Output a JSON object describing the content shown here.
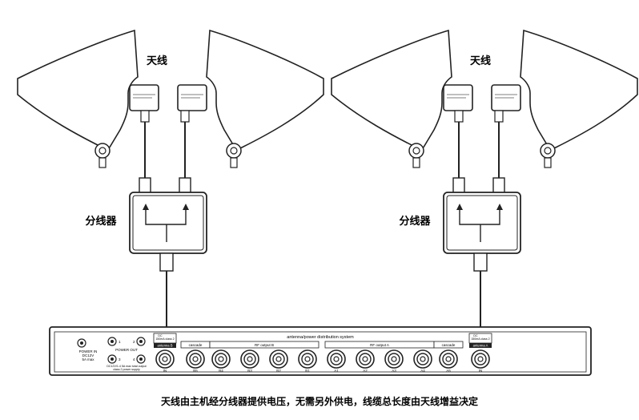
{
  "labels": {
    "antenna_left": "天线",
    "antenna_right": "天线",
    "splitter_left": "分线器",
    "splitter_right": "分线器",
    "caption": "天线由主机经分线器提供电压，无需另外供电，线缆总长度由天线增益决定"
  },
  "unit": {
    "title": "antenna/power distribution system",
    "power_in": "POWER IN",
    "power_in_spec": "DC12V",
    "power_in_spec2": "5A max",
    "power_out": "POWER OUT",
    "power_out_spec": "DC12V/1.4 5A max total output",
    "power_out_spec2": "class 2 power supply",
    "power_out_ports": [
      "1",
      "2",
      "3",
      "4"
    ],
    "antenna_b_label": "antenna B",
    "antenna_b_spec": "DC",
    "antenna_b_spec2": "150mA class 2",
    "antenna_a_label": "antenna A",
    "antenna_a_spec": "DC",
    "antenna_a_spec2": "150mA class 2",
    "cascade": "cascade",
    "rf_output_b": "RF output B",
    "rf_output_a": "RF output A",
    "ports_b": [
      "IN",
      "B5",
      "B4",
      "B3",
      "B2",
      "B1"
    ],
    "ports_a": [
      "A1",
      "A2",
      "A3",
      "A4",
      "A5",
      "IN"
    ]
  }
}
